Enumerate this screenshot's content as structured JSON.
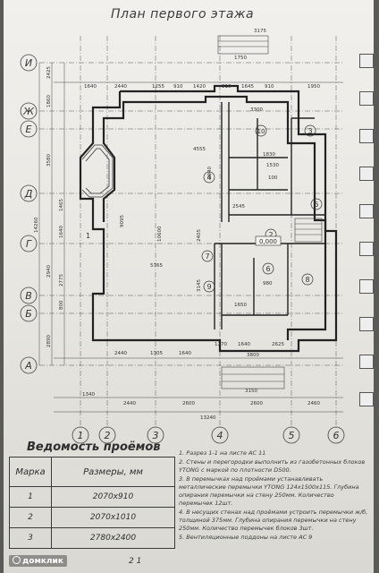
{
  "title": "План первого этажа",
  "axes_letters": [
    "И",
    "Ж",
    "Е",
    "Д",
    "Г",
    "В",
    "Б",
    "А"
  ],
  "axes_numbers": [
    "1",
    "2",
    "3",
    "4",
    "5",
    "6"
  ],
  "dims_top": [
    "3175",
    "1750",
    "1640",
    "2440",
    "1255",
    "910",
    "1420",
    "910",
    "1645",
    "910",
    "1950",
    "3300"
  ],
  "dims_bottom_inner": [
    "2440",
    "1305",
    "1640",
    "1270",
    "1640",
    "2625",
    "3800",
    "3150"
  ],
  "dims_bottom_outer": [
    "1340",
    "2440",
    "2600",
    "2600",
    "2460"
  ],
  "dims_total": "13240",
  "dims_left": [
    "2425",
    "1860",
    "3580",
    "1465",
    "1640",
    "2940",
    "2775",
    "800",
    "2890",
    "14260"
  ],
  "room_numbers": [
    "1",
    "2",
    "3",
    "4",
    "5",
    "6",
    "7",
    "8",
    "9",
    "10"
  ],
  "mark_zero": "0,000",
  "interior_dims": [
    "4555",
    "10600",
    "5765",
    "9095",
    "2405",
    "3145",
    "2940",
    "1830",
    "1530",
    "2545",
    "100",
    "1650",
    "980"
  ],
  "schedule": {
    "title": "Ведомость проёмов",
    "col_mark": "Марка",
    "col_size": "Размеры, мм",
    "rows": [
      {
        "mark": "1",
        "size": "2070х910"
      },
      {
        "mark": "2",
        "size": "2070х1010"
      },
      {
        "mark": "3",
        "size": "2780х2400"
      }
    ]
  },
  "notes": [
    "1. Разрез 1-1 на листе АС 11",
    "2. Стены и перегородки выполнить из газобетонных блоков YTONG с маркой по плотности D500.",
    "3. В перемычках над проёмами устанавливать металлические перемычки YTONG 124х1500х115. Глубина опирания перемычки на стену 250мм. Количество перемычек 12шт.",
    "4. В несущих стенах над проёмами устроить перемычки ж/б, толщиной 375мм. Глубина опирания перемычки на стену 250мм. Количество перемычек блоков 3шт.",
    "5. Вентиляционные поддоны на листе АС 9"
  ],
  "sheet_number": "2 1",
  "watermark": "домклик"
}
